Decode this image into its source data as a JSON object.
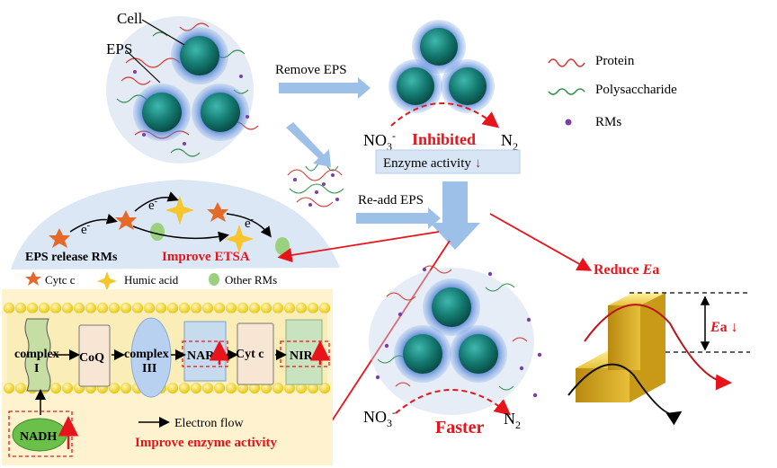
{
  "labels": {
    "cell": "Cell",
    "eps": "EPS",
    "remove_eps": "Remove EPS",
    "readd_eps": "Re-add EPS",
    "no3_top": "NO",
    "no3_top_sub": "3",
    "no3_top_sup": "-",
    "n2_top": "N",
    "n2_top_sub": "2",
    "inhibited": "Inhibited",
    "enzyme_activity": "Enzyme activity",
    "down_arrow": "↓",
    "no3_bottom": "NO",
    "no3_bottom_sub": "3",
    "no3_bottom_sup": "-",
    "n2_bottom": "N",
    "n2_bottom_sub": "2",
    "faster": "Faster",
    "eps_release_rms": "EPS release RMs",
    "improve_etsa": "Improve ETSA",
    "electron": "e",
    "electron_sup": "-",
    "reduce_ea_prefix": "Reduce ",
    "reduce_ea_var": "E",
    "reduce_ea_suffix": "a",
    "ea_var": "E",
    "ea_suffix": "a",
    "ea_arrow": "↓"
  },
  "legend": {
    "protein": "Protein",
    "polysaccharide": "Polysaccharide",
    "rms": "RMs",
    "cytc": "Cytc c",
    "humic": "Humic acid",
    "other_rms": "Other RMs"
  },
  "chain": {
    "complex1_line1": "complex",
    "complex1_line2": "I",
    "coq": "CoQ",
    "complex3_line1": "complex",
    "complex3_line2": "III",
    "nar": "NAR",
    "cytc": "Cyt c",
    "nir": "NIR",
    "nadh": "NADH",
    "electron_flow": "Electron flow",
    "improve_enzyme": "Improve enzyme activity"
  },
  "colors": {
    "accent_red": "#e8141b",
    "cell_teal": "#1a8c86",
    "membrane_yellow": "#f2df3f",
    "panel_bg": "#fff3cf",
    "dome_bg": "#dbe7f4",
    "arrow_blue": "#9dc0e8"
  }
}
